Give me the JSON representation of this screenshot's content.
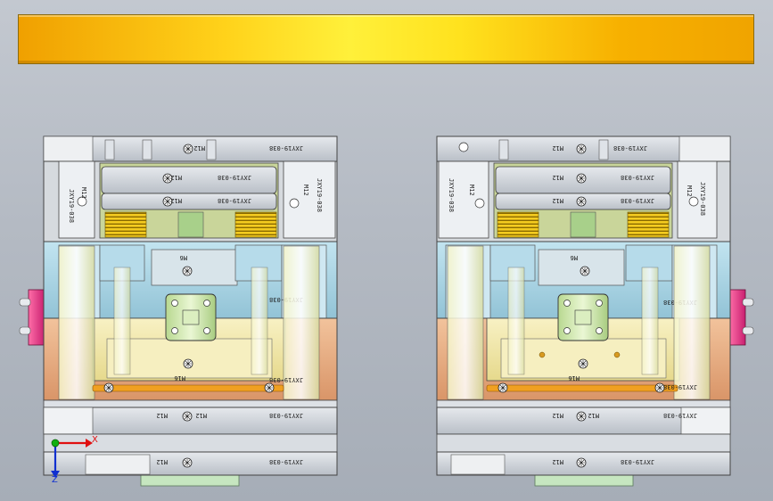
{
  "views": [
    {
      "id": "left",
      "labels": {
        "top_plate_part": "JXY19-038",
        "top_plate_bolt": "M12",
        "upper_block_bolt": "M12",
        "upper_block_part": "JXY19-038",
        "lower_block_bolt": "M12",
        "lower_block_part": "JXY19-038",
        "side_left_part": "JXY19-038",
        "side_left_bolt": "M12",
        "side_right_part": "JXY19-038",
        "side_right_bolt": "M12",
        "center_bolt": "M6",
        "plate_mid_part": "JXY19-038",
        "lower_bolt": "M16",
        "plate_lower_part": "JXY19-038",
        "bottom_plate_part": "JXY19-038",
        "bottom_plate_code": "M12",
        "bottom_plate_bolt": "M12",
        "base_part": "JXY19-038",
        "base_bolt": "M12"
      }
    },
    {
      "id": "right",
      "labels": {
        "top_plate_part": "JXY19-038",
        "top_plate_bolt": "M12",
        "upper_block_bolt": "M12",
        "upper_block_part": "JXY19-038",
        "lower_block_bolt": "M12",
        "lower_block_part": "JXY19-038",
        "side_left_part": "JXY19-038",
        "side_left_bolt": "M12",
        "side_right_part": "JXY19-038",
        "side_right_bolt": "M12",
        "center_bolt": "M6",
        "plate_mid_part": "JXY19-038",
        "lower_bolt": "M16",
        "plate_lower_part": "JXY19-038",
        "bottom_plate_part": "JXY19-038",
        "bottom_plate_code": "M12",
        "bottom_plate_bolt": "M12",
        "base_part": "JXY19-038",
        "base_bolt": "M12"
      }
    }
  ],
  "triad": {
    "x_label": "X",
    "z_label": "Z"
  },
  "colors": {
    "banner_orange": "#f0a000",
    "banner_yellow": "#fff03a",
    "plate_grey": "#cdd2d8",
    "cavity_blue": "#a9d4e4",
    "core_yellow": "#f2e8a8",
    "ejector_orange": "#e8b084",
    "spring_yellow": "#e6b800",
    "handle_pink": "#e23a86",
    "guide_green": "#cfe7a8",
    "rod_orange": "#f0a020"
  }
}
